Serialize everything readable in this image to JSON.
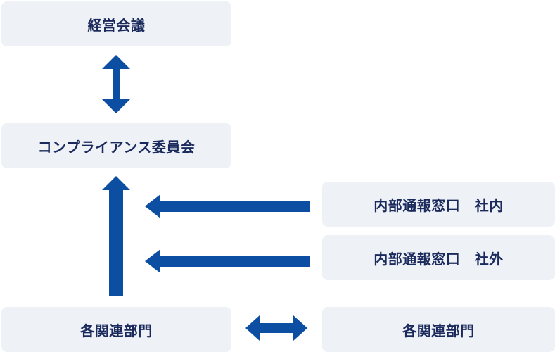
{
  "diagram": {
    "nodes": {
      "management_meeting": "経営会議",
      "compliance_committee": "コンプライアンス委員会",
      "departments_left": "各関連部門",
      "internal_report_inside": "内部通報窓口　社内",
      "internal_report_outside": "内部通報窓口　社外",
      "departments_right": "各関連部門"
    },
    "colors": {
      "box_fill": "#eef1f6",
      "text": "#1b2a5c",
      "arrow": "#0b4ea2"
    }
  }
}
